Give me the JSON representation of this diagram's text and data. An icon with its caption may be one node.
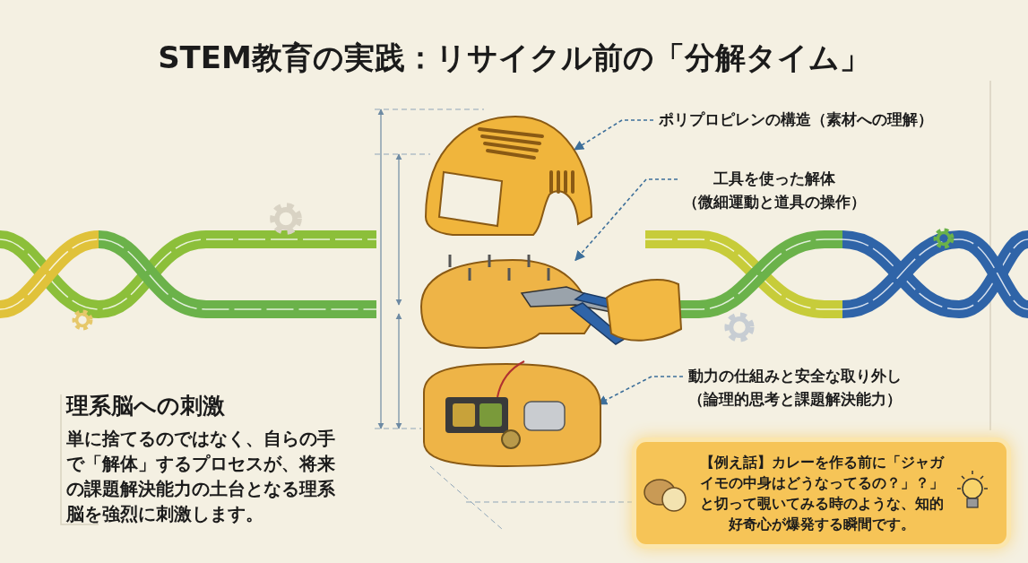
{
  "diagram": {
    "title": "STEM教育の実践：リサイクル前の「分解タイム」",
    "nodes": [
      {
        "text": [
          "ポリプロピレンの構造（素材への理解）"
        ]
      },
      {
        "text": [],
        "shape": "picture"
      },
      {
        "text": [
          "工具を使った解体",
          "（微細運動と道具の操作）"
        ]
      },
      {
        "text": [],
        "shape": "picture"
      },
      {
        "text": [
          "動力の仕組みと安全な取り外し",
          "（論理的思考と課題解決能力）"
        ]
      },
      {
        "text": [],
        "shape": "picture"
      },
      {
        "text": [
          "【例え話】カレーを作る前に「ジャガイモの中身はどうなってるの？」？」と切って覗いてみる時のような、知的好奇心が爆発する瞬間です。"
        ]
      }
    ],
    "edges": [
      {
        "from": 0,
        "to": 1,
        "arrow": "to",
        "style": "dashed"
      },
      {
        "from": 2,
        "to": 3,
        "arrow": "to",
        "style": "dashed"
      },
      {
        "from": 4,
        "to": 5,
        "arrow": "to",
        "style": "dashed"
      }
    ],
    "labels": [
      "理系脳への刺激",
      "単に捨てるのではなく、自らの手で「解体」するプロセスが、将来の課題解決能力の土台となる理系脳を強烈に刺激します。"
    ]
  }
}
